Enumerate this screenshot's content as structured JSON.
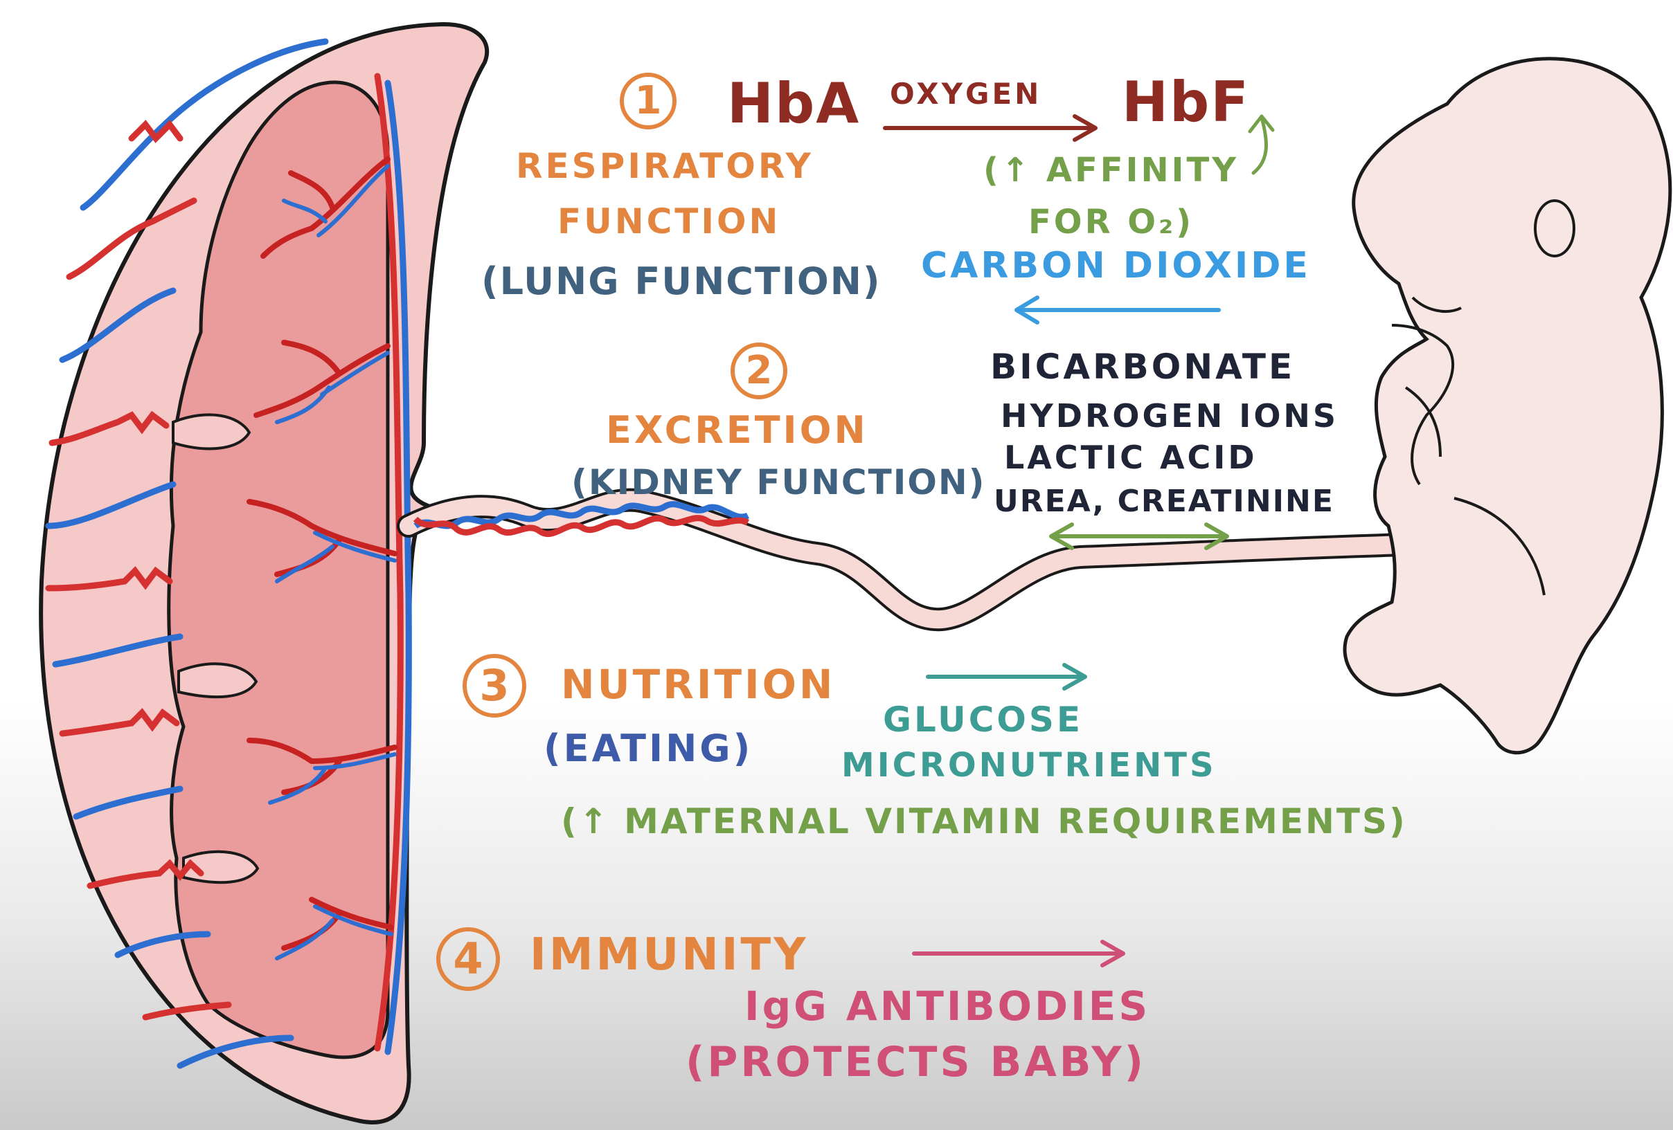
{
  "colors": {
    "orange": "#e3843f",
    "dark_red": "#8e2b22",
    "green": "#74a04a",
    "blue": "#3a9be0",
    "slate": "#41627f",
    "navy": "#1f2537",
    "teal": "#3d9c93",
    "pink": "#cf4f76",
    "artery_red": "#d63131",
    "vein_blue": "#2d6fd1",
    "placenta_pink": "#f3bcbc"
  },
  "icons": {
    "fetus": "fetus-illustration",
    "placenta": "placenta-cross-section",
    "cord": "umbilical-cord"
  },
  "functions": [
    {
      "number": "1",
      "title": "RESPIRATORY",
      "title2": "FUNCTION",
      "subtitle": "(LUNG FUNCTION)",
      "transfer_from": "HbA",
      "transfer_label": "OXYGEN",
      "transfer_to": "HbF",
      "note1": "(↑ AFFINITY",
      "note2": "FOR O₂)",
      "return_label": "CARBON DIOXIDE"
    },
    {
      "number": "2",
      "title": "EXCRETION",
      "subtitle": "(KIDNEY FUNCTION)",
      "items": [
        "BICARBONATE",
        "HYDROGEN IONS",
        "LACTIC ACID",
        "UREA, CREATININE"
      ]
    },
    {
      "number": "3",
      "title": "NUTRITION",
      "subtitle": "(EATING)",
      "items": [
        "GLUCOSE",
        "MICRONUTRIENTS"
      ],
      "note": "(↑ MATERNAL VITAMIN REQUIREMENTS)"
    },
    {
      "number": "4",
      "title": "IMMUNITY",
      "item": "IgG ANTIBODIES",
      "note": "(PROTECTS BABY)"
    }
  ]
}
